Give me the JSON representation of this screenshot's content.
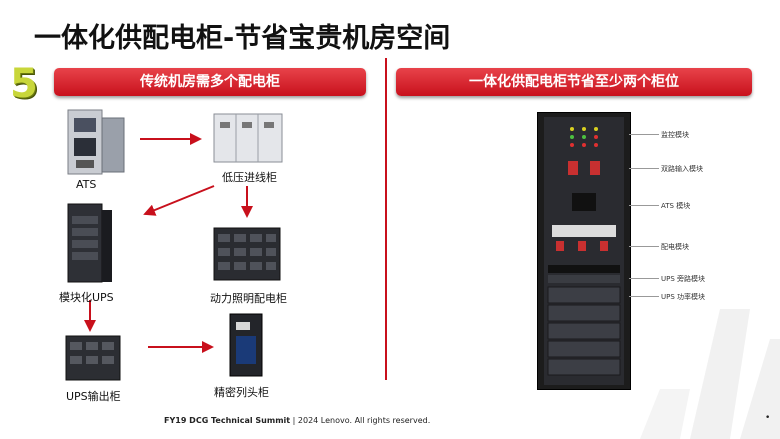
{
  "title": "一体化供配电柜-节省宝贵机房空间",
  "section_number": "5",
  "left_banner": "传统机房需多个配电柜",
  "right_banner": "一体化供配电柜节省至少两个柜位",
  "left_items": {
    "ats": "ATS",
    "low_voltage": "低压进线柜",
    "modular_ups": "模块化UPS",
    "power_lighting": "动力照明配电柜",
    "ups_output": "UPS输出柜",
    "precision_head": "精密列头柜"
  },
  "right_labels": [
    "监控模块",
    "双路输入模块",
    "ATS 模块",
    "配电模块",
    "UPS 旁路模块",
    "UPS 功率模块"
  ],
  "footer_bold": "FY19 DCG Technical Summit",
  "footer_rest": " | 2024 Lenovo. All rights reserved.",
  "footer_dot": "•",
  "colors": {
    "accent": "#c8101c",
    "number": "#c8d63a"
  }
}
